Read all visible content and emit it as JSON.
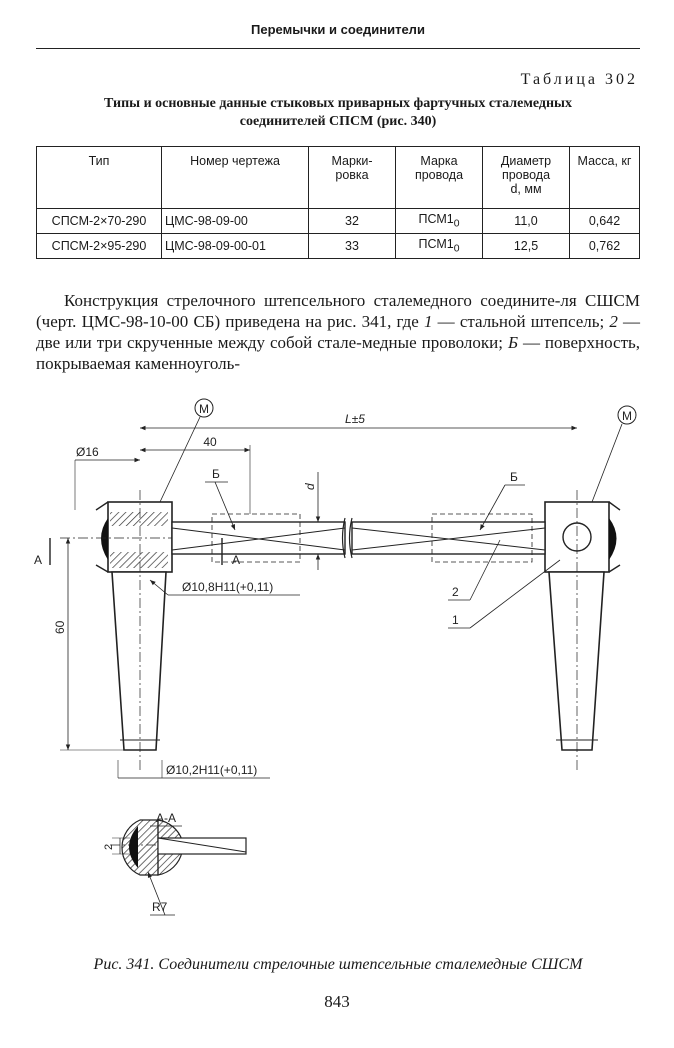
{
  "header": {
    "title": "Перемычки и соединители"
  },
  "table": {
    "number": "Таблица 302",
    "title_line1": "Типы и основные данные стыковых приварных фартучных сталемедных",
    "title_line2": "соединителей СПСМ (рис. 340)",
    "headers": {
      "type": "Тип",
      "drawing": "Номер чертежа",
      "marking_1": "Марки-",
      "marking_2": "ровка",
      "wire_1": "Марка",
      "wire_2": "провода",
      "diameter_1": "Диаметр",
      "diameter_2": "провода",
      "diameter_3": "d, мм",
      "mass": "Масса, кг"
    },
    "rows": [
      {
        "type": "СПСМ-2×70-290",
        "drawing": "ЦМС-98-09-00",
        "marking": "32",
        "wire": "ПСМ1",
        "wire_sub": "0",
        "diameter": "11,0",
        "mass": "0,642"
      },
      {
        "type": "СПСМ-2×95-290",
        "drawing": "ЦМС-98-09-00-01",
        "marking": "33",
        "wire": "ПСМ1",
        "wire_sub": "0",
        "diameter": "12,5",
        "mass": "0,762"
      }
    ]
  },
  "paragraph": {
    "part1": "Конструкция стрелочного штепсельного сталемедного соедините-ля СШСМ (черт. ЦМС-98-10-00 СБ) приведена на рис. 341, где ",
    "n1": "1",
    "part2": " — стальной штепсель; ",
    "n2": "2",
    "part3": " — две или три скрученные между собой стале-медные проволоки; ",
    "nB": "Б",
    "part4": " — поверхность, покрываемая каменноуголь-"
  },
  "drawing_labels": {
    "m_marker": "М",
    "dim_16": "Ø16",
    "dim_40": "40",
    "dim_L": "L±5",
    "dim_d": "d",
    "label_B": "Б",
    "label_A": "А",
    "dim_hole": "Ø10,8H11(+0,11)",
    "dim_60": "60",
    "dim_tip": "Ø10,2H11(+0,11)",
    "leader_2": "2",
    "leader_1": "1",
    "section_title": "А-А",
    "dim_2": "2",
    "dim_R7": "R7"
  },
  "caption": "Рис. 341. Соединители стрелочные штепсельные сталемедные СШСМ",
  "page_number": "843"
}
